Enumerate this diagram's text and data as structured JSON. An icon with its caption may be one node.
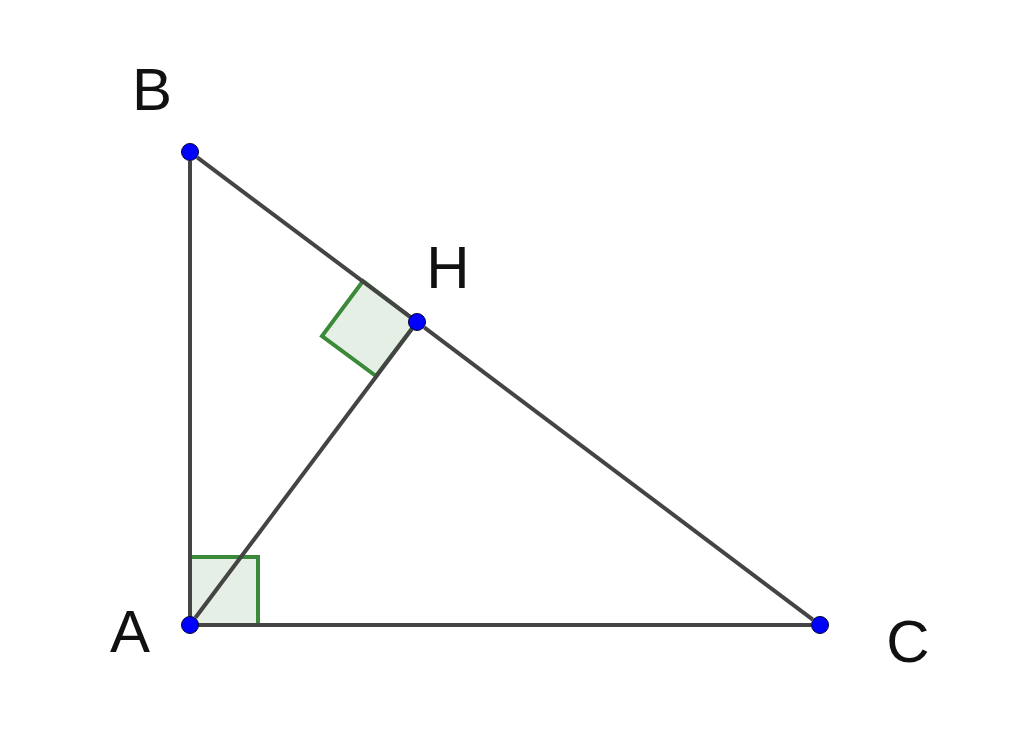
{
  "diagram": {
    "nodes": [
      {
        "text": [
          "B"
        ]
      },
      {
        "text": [
          "H"
        ]
      },
      {
        "text": [
          "A"
        ]
      },
      {
        "text": [
          "C"
        ]
      }
    ],
    "edges": [
      {
        "from": 2,
        "to": 0,
        "arrow": "none"
      },
      {
        "from": 0,
        "to": 1,
        "arrow": "none"
      },
      {
        "from": 1,
        "to": 3,
        "arrow": "none"
      },
      {
        "from": 2,
        "to": 3,
        "arrow": "none"
      },
      {
        "from": 2,
        "to": 1,
        "arrow": "none"
      }
    ]
  }
}
